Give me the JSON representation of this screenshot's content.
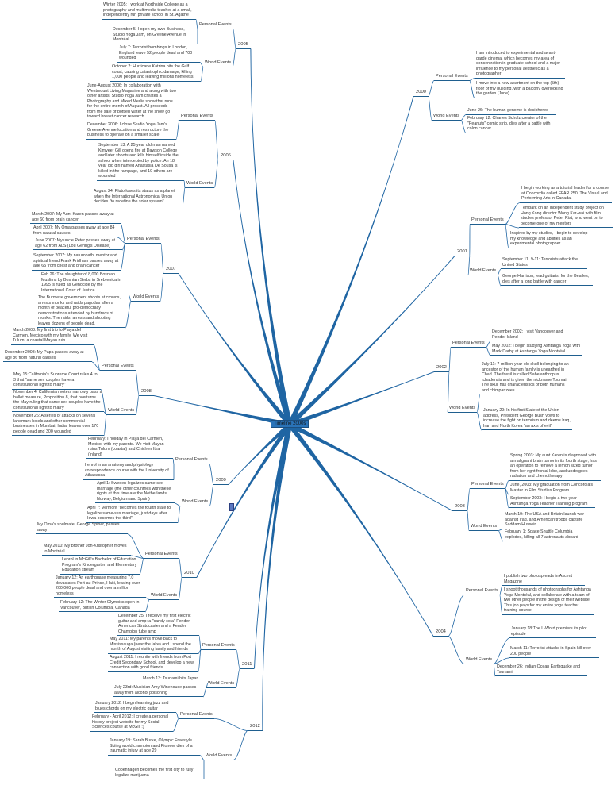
{
  "title": "Timeline 2000s",
  "colors": {
    "link": "#1f65a3",
    "underline": "#1f5f8f",
    "center_fill": "#2a73b8"
  },
  "years": [
    {
      "label": "2005",
      "side": "left",
      "personal": {
        "label": "Personal Events",
        "items": [
          "Winter 2005: I work at Northside College as a photography and multimedia teacher at a small, independently run private school in St. Agathe",
          "December 5: I open my own Business, Studio Yoga Jam, on Greene Avenue in Montréal"
        ]
      },
      "world": {
        "label": "World Events",
        "items": [
          "July 7: Terrorist bombings in London, England leave 52 people dead and 700 wounded",
          "October 2: Hurricane Katrina hits the Gulf coast, causing catastrophic damage, killing 1,000 people and leaving millions homeless."
        ]
      }
    },
    {
      "label": "2006",
      "side": "left",
      "personal": {
        "label": "Personal Events",
        "items": [
          "June-August 2006: In collaboration with Westmount Living Magazine and along with two other artists, Studio Yoga Jam creates a Photography and Mixed Media show that runs for the entire month of August.  All proceeds from the sale of bottled water at the show go toward breast cancer research",
          "December 2006: I close Studio Yoga Jam's Greene Avenue location and restructure the business to operate on a smaller scale"
        ]
      },
      "world": {
        "label": "World Events",
        "items": [
          "September 13: A 25 year old man named Kimveer Gill opens fire at Dawson College and later shoots and kills himself inside the school when intercepted by police.  An 18 year old girl named Anastasia De Sousa is killed in the rampage, and 19 others are wounded",
          "August 24: Pluto loses its status as a planet when the International Astronomical Union decides \"to redefine the solar system\""
        ]
      }
    },
    {
      "label": "2007",
      "side": "left",
      "personal": {
        "label": "Personal Events",
        "items": [
          "March 2007: My Aunt Karen passes away at age 60 from brain cancer",
          "April 2007: My Oma passes away at age 84 from natural causes",
          "June 2007: My uncle Peter passes away at age 62 from ALS (Lou Gehrig's Disease)",
          "September 2007: My naturopath, mentor and spiritual friend Frank Pridham passes away at age 65 from chest and brain cancer"
        ]
      },
      "world": {
        "label": "World Events",
        "items": [
          "Feb 26: The slaughter of 8,000 Bosnian Muslims by Bosnian Serbs in Srebrenica in 1995 is ruled as Genocide by the International Court of Justice",
          "The Burmese government shoots at crowds, arrests monks and raids pagodas after a month of peaceful pro-democracy demonstrations attended by hundreds of monks. The raids, arrests and shooting leaves dozens of people dead."
        ]
      }
    },
    {
      "label": "2008",
      "side": "left",
      "personal": {
        "label": "Personal Events",
        "items": [
          "March 2008: My first trip to Playa del Carmen, Mexico with my family. We visit Tulum, a coastal Mayan ruin",
          "December 2008: My Papa passes away at age 86 from natural causes"
        ]
      },
      "world": {
        "label": "World Events",
        "items": [
          "May 15:California's Supreme Court rules 4 to 3 that \"same sex couples have a constitutional right to marry\"",
          "November 4: Californian voters narrowly pass a ballot measure, Proposition 8, that overturns the May ruling that same-sex couples have the constitutional right to marry",
          "November 26: A series of attacks on several landmark hotels and other commercial businesses in Mumbai, India, leaves over 170 people dead and 300 wounded"
        ]
      }
    },
    {
      "label": "2009",
      "side": "left",
      "personal": {
        "label": "Personal Events",
        "items": [
          "February: I holiday in Playa del Carmen, Mexico, with my parents. We visit Mayan ruins Tulum (coastal) and Chichen Itza (inland)",
          "I enrol in an anatomy and physiology correspondence course with the University of Athabasca"
        ]
      },
      "world": {
        "label": "World Events",
        "items": [
          "April 1: Sweden legalizes same-sex marriage (the other countries with these rights at this time are the Netherlands, Norway, Belgium and Spain)",
          "April 7: Vermont \"becomes the fourth state to legalize same-sex marriage, just days after Iowa becomes the third\""
        ]
      }
    },
    {
      "label": "2010",
      "side": "left",
      "personal": {
        "label": "Personal Events",
        "items": [
          "My Oma's soulmate, George Spiner, passes away",
          "May 2010: My brother Jon-Kristopher moves to Montréal",
          "I enrol in McGill's Bachelor of Education Program's Kindergarten and Elementary Education stream"
        ]
      },
      "world": {
        "label": "World Events",
        "items": [
          "January 12: An earthquake measuring 7.0 devastates Port-au-Prince, Haiti, leaving over 200,000 people dead and over a million homeless",
          "February 12: The Winter Olympics open in Vancouver, British Columbia, Canada"
        ]
      }
    },
    {
      "label": "2011",
      "side": "left",
      "personal": {
        "label": "Personal Events",
        "items": [
          "December 25: I receive my first electric guitar and amp: a \"candy cola\" Fender American Stratocaster and a Fender Champion tube amp",
          "May 2011: My parents move back to Mississauga (near the lake) and I spend the month of August visiting family and friends",
          "August 2011: I reunite with friends from Port Credit Secondary School, and develop a new connection with good friends"
        ]
      },
      "world": {
        "label": "World Events",
        "items": [
          "March 13: Tsunami hits Japan",
          "July 23rd: Musician Amy Winehouse passes away from alcohol poisoning"
        ]
      }
    },
    {
      "label": "2012",
      "side": "left",
      "personal": {
        "label": "Personal Events",
        "items": [
          "January 2012: I begin learning jazz and blues chords on my electric guitar",
          "February - April 2012: I create a personal history project website for my Social Sciences course at McGill :)"
        ]
      },
      "world": {
        "label": "World Events",
        "items": [
          "January 19: Sarah Burke, Olympic Freestyle Skiing world champion and Pioneer dies of a traumatic injury at age 29",
          "Copenhagen becomes the first city to fully legalize marijuana"
        ]
      }
    },
    {
      "label": "2000",
      "side": "right",
      "personal": {
        "label": "Personal Events",
        "items": [
          "I am introduced to experimental and avant-garde cinema, which becomes my area of concentration in graduate school and a major influence to my personal aesthetic as a photographer",
          "I move into a new apartment on the top (5th) floor of my building, with a balcony overlooking the garden (June)"
        ]
      },
      "world": {
        "label": "World Events",
        "items": [
          "June 26: The human genome is deciphered",
          "February 12: Charles Schulz,creator of the \"Peanuts\" comic strip, dies after a battle with colon cancer"
        ]
      }
    },
    {
      "label": "2001",
      "side": "right",
      "personal": {
        "label": "Personal Events",
        "items": [
          "I begin working as a tutorial leader for a course at Concordia called FFAR 250: The Visual and Performing Arts in Canada.",
          "I embark on an independent study project on Hong Kong director Wong Kar-wai with film studies professor Peter Rist, who went on to become one of my mentors",
          "Inspired by my studies, I begin to develop my knowledge and abilities as an experimental photographer"
        ]
      },
      "world": {
        "label": "World Events",
        "items": [
          "September 11: 9-11: Terrorists attack the United States",
          "George Harrison, lead guitarist for the Beatles, dies after a long battle with cancer"
        ]
      }
    },
    {
      "label": "2002",
      "side": "right",
      "personal": {
        "label": "Personal Events",
        "items": [
          "December 2002: I visit Vancouver and Pender Island",
          "May 2002: I begin studying Ashtanga Yoga with Mark Darby at Ashtanga Yoga Montréal"
        ]
      },
      "world": {
        "label": "World Events",
        "items": [
          "July 11: 7-million-year-old skull belonging to an ancestor of the human family is unearthed in Chad.  The fossil is called Sahelanthropus tchadensis and is given the nickname Toumai.  The skull has characteristics of both humans and chimpanzees",
          "January 29: In his first State of the Union address, President George Bush vows to increase the fight on terrorism and deems Iraq, Iran and North Korea \"an axis of evil\""
        ]
      }
    },
    {
      "label": "2003",
      "side": "right",
      "personal": {
        "label": "Personal Events",
        "items": [
          "Spring 2003: My aunt Karen is diagnosed with a malignant brain tumor in its fourth stage, has an operation to remove a lemon sized tumor from her right frontal lobe, and undergoes radiation and chemotherapy",
          "June, 2003: My graduation from Concordia's Master in Film Studies Program",
          "September 2003: I begin a two year Ashtanga Yoga Teacher Training program"
        ]
      },
      "world": {
        "label": "World Events",
        "items": [
          "March 19: The USA and Britain launch war against Iraq, and American troops capture Saddam Hussein",
          "February 1: Space Shuttle Columbia explodes, killing all 7 astronauts aboard"
        ]
      }
    },
    {
      "label": "2004",
      "side": "right",
      "personal": {
        "label": "Personal Events",
        "items": [
          "I publish two photospreads in Ascent Magazine",
          "I shoot thousands of photographs for Ashtanga Yoga Montréal, and collaborate with a team of two other people in the design of their website.  This job pays for my entire yoga teacher training course."
        ]
      },
      "world": {
        "label": "World Events",
        "items": [
          "January 18:The L-Word premiers its pilot episode",
          "March 11: Terrorist attacks in Spain kill over 200 people",
          "December 26: Indian Ocean Earthquake and Tsunami"
        ]
      }
    }
  ]
}
